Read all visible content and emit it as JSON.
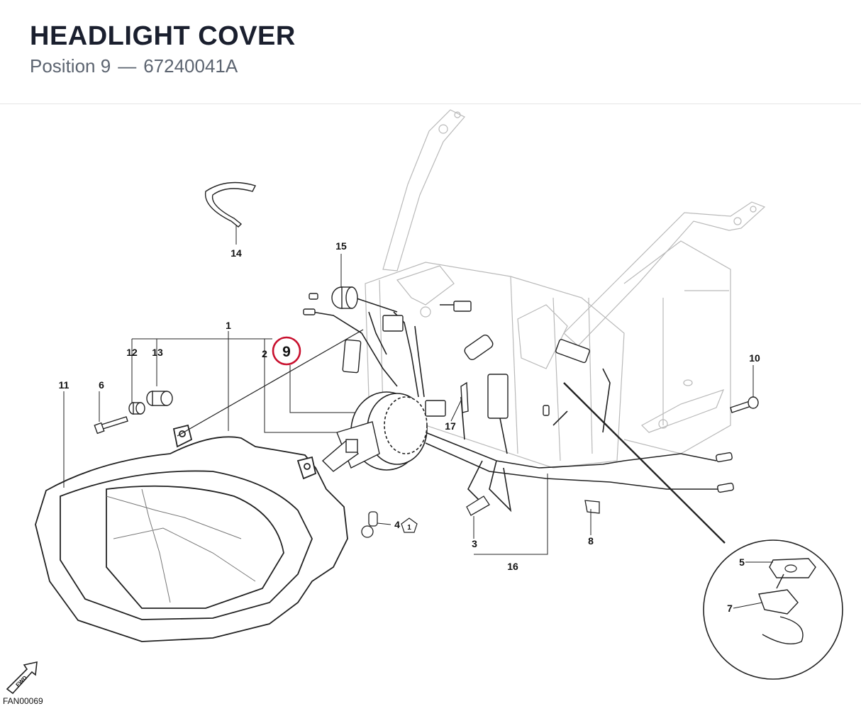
{
  "header": {
    "title": "HEADLIGHT COVER",
    "subtitle_position": "Position 9",
    "subtitle_separator": "—",
    "subtitle_part": "67240041A"
  },
  "highlight": {
    "label": "9",
    "color": "#c8102e"
  },
  "callouts": [
    "1",
    "2",
    "3",
    "4",
    "5",
    "6",
    "7",
    "8",
    "10",
    "11",
    "12",
    "13",
    "14",
    "15",
    "16",
    "17"
  ],
  "ref_badge": "1",
  "fwd_label": "FWD",
  "figure_code": "FAN00069"
}
